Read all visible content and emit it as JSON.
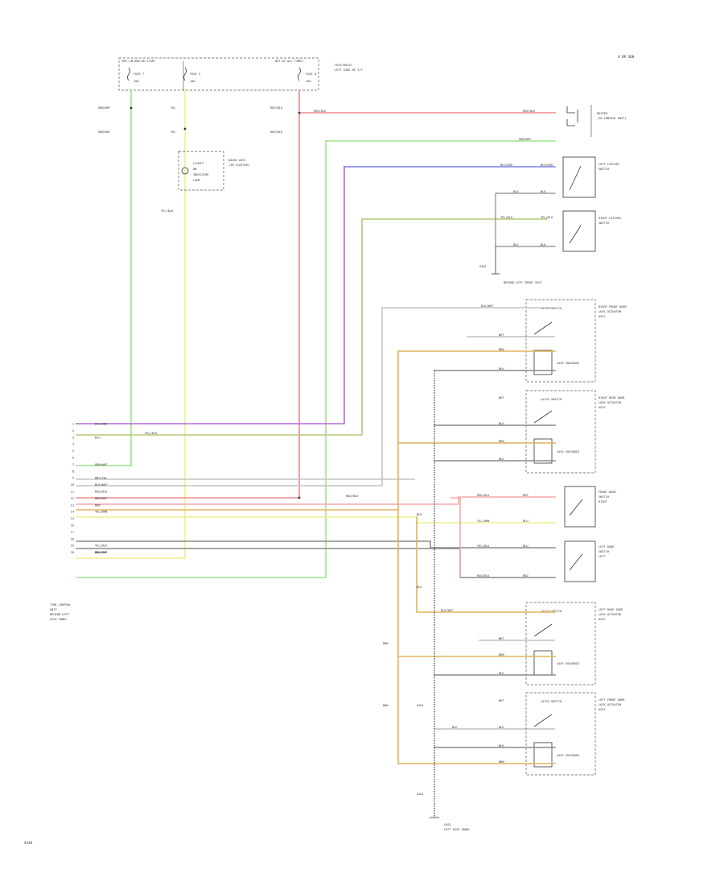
{
  "page": {
    "label": "4 DR SDN",
    "figure_code": "9248"
  },
  "fuse_box": {
    "left_label": "HOT IN RUN OR START",
    "right_label": "HOT AT ALL TIMES",
    "fuse_a": "FUSE 7",
    "fuse_a_amp": "10A",
    "fuse_b": "FUSE 3",
    "fuse_b_amp": "10A",
    "fuse_c": "FUSE 8",
    "fuse_c_amp": "10A",
    "name": "FUSE/RELAY",
    "name2": "LEFT SIDE OF I/P"
  },
  "ignition_wires": {
    "w1": "GRN/WHT",
    "w2": "GRN/WHT",
    "w3": "YEL",
    "w4": "YEL",
    "w5": "RED/BLU",
    "w6": "RED/BLU",
    "w7": "YEL/BLK"
  },
  "dimmer": {
    "line1": "LIGHTS",
    "line2": "ON",
    "line3": "INDICATOR",
    "line4": "LAMP",
    "name": "GAUGE ASSY",
    "name2": "(IN CLUSTER)"
  },
  "top_wires": {
    "red_a": "RED/BLU",
    "red_b": "RED/BLU",
    "green": "GRN/WHT",
    "blue": "BLU/RED",
    "blue_b": "BLU/RED",
    "black1": "BLK",
    "black2": "BLK",
    "olive": "YEL/BLU",
    "olive_b": "YEL/BLU",
    "black3": "BLK",
    "black4": "BLK",
    "ground_code": "G401",
    "ground_label": "BEHIND LEFT FRONT SEAT"
  },
  "components": {
    "buzzer": {
      "line1": "BUZZER",
      "line2": "(IN CONTROL UNIT)"
    },
    "left_fuel_door": {
      "line1": "LEFT LATCHES",
      "line2": "SWITCH"
    },
    "right_fuel_door": {
      "line1": "RIGHT LATCHES",
      "line2": "SWITCH"
    },
    "rf_assy": {
      "line1": "RIGHT FRONT DOOR",
      "line2": "LOCK ACTUATOR",
      "line3": "ASSY"
    },
    "rr_assy": {
      "line1": "RIGHT REAR DOOR",
      "line2": "LOCK ACTUATOR",
      "line3": "ASSY"
    },
    "rf_door": {
      "line1": "FRONT DOOR",
      "line2": "SWITCH",
      "line3": "RIGHT"
    },
    "lf_door": {
      "line1": "LEFT DOOR",
      "line2": "SWITCH",
      "line3": "LEFT"
    },
    "lr_assy": {
      "line1": "LEFT REAR DOOR",
      "line2": "LOCK ACTUATOR",
      "line3": "ASSY"
    },
    "lf_assy": {
      "line1": "LEFT FRONT DOOR",
      "line2": "LOCK ACTUATOR",
      "line3": "ASSY"
    }
  },
  "component_inner": {
    "latch": "LATCH SWITCH",
    "unlock": "LOCK",
    "solenoid": "LOCK SOLENOID"
  },
  "control_unit": {
    "line1": "TIME CONTROL",
    "line2": "UNIT",
    "line3": "BEHIND LEFT",
    "line4": "KICK PANEL"
  },
  "pins": [
    "1",
    "2",
    "3",
    "4",
    "5",
    "6",
    "7",
    "8",
    "9",
    "10",
    "11",
    "12",
    "13",
    "14",
    "15",
    "16",
    "17",
    "18",
    "19",
    "20"
  ],
  "cu_wires": [
    "BLU/RED",
    "BLK",
    "GRN/WHT",
    "WHT/YEL",
    "BLK/WHT",
    "RED/BLU",
    "BRN/WHT",
    "BRN",
    "YEL/BRN",
    "YEL/BLK",
    "BLK",
    "YEL/BLK",
    "GRN/WHT"
  ],
  "mid_labels": {
    "yel_blu_top": "YEL/BLU",
    "red_blu_mid": "RED/BLU",
    "brn_tag": "BRN",
    "bl_tag": "BLK",
    "g_tag1": "G401",
    "g_tag2": "G401",
    "bottom_ground": "G401",
    "bottom_ground_label": "LEFT KICK PANEL"
  },
  "door_wires": {
    "d1": "BLK/WHT",
    "d2": "WHT",
    "d3": "BRN",
    "d4": "BLK",
    "d5": "WHT",
    "d6": "BLK",
    "d7": "BRN",
    "d8": "BLK",
    "d9": "RED/BLU",
    "d10": "RED",
    "d11": "YEL/BRN",
    "d12": "BLU",
    "d13": "YEL/BLU",
    "d14": "BLU",
    "d15": "RED/BLU",
    "d16": "RED",
    "d17": "BLK/WHT",
    "d18": "WHT",
    "d19": "BRN",
    "d20": "BLK",
    "d21": "WHT",
    "d22": "BLK",
    "d23": "BLK",
    "d24": "BRN",
    "d25": "BLK",
    "d26": "BLK",
    "d27": "BRN"
  },
  "colors": {
    "red": "#f08a8a",
    "green": "#9fe28c",
    "yellow": "#f2ef8e",
    "blue": "#7c7cf0",
    "purple": "#b36ad8",
    "olive": "#b4c878",
    "gray": "#c4c4c4",
    "dark_gray": "#8a8a8a",
    "orange": "#e0b45a"
  }
}
